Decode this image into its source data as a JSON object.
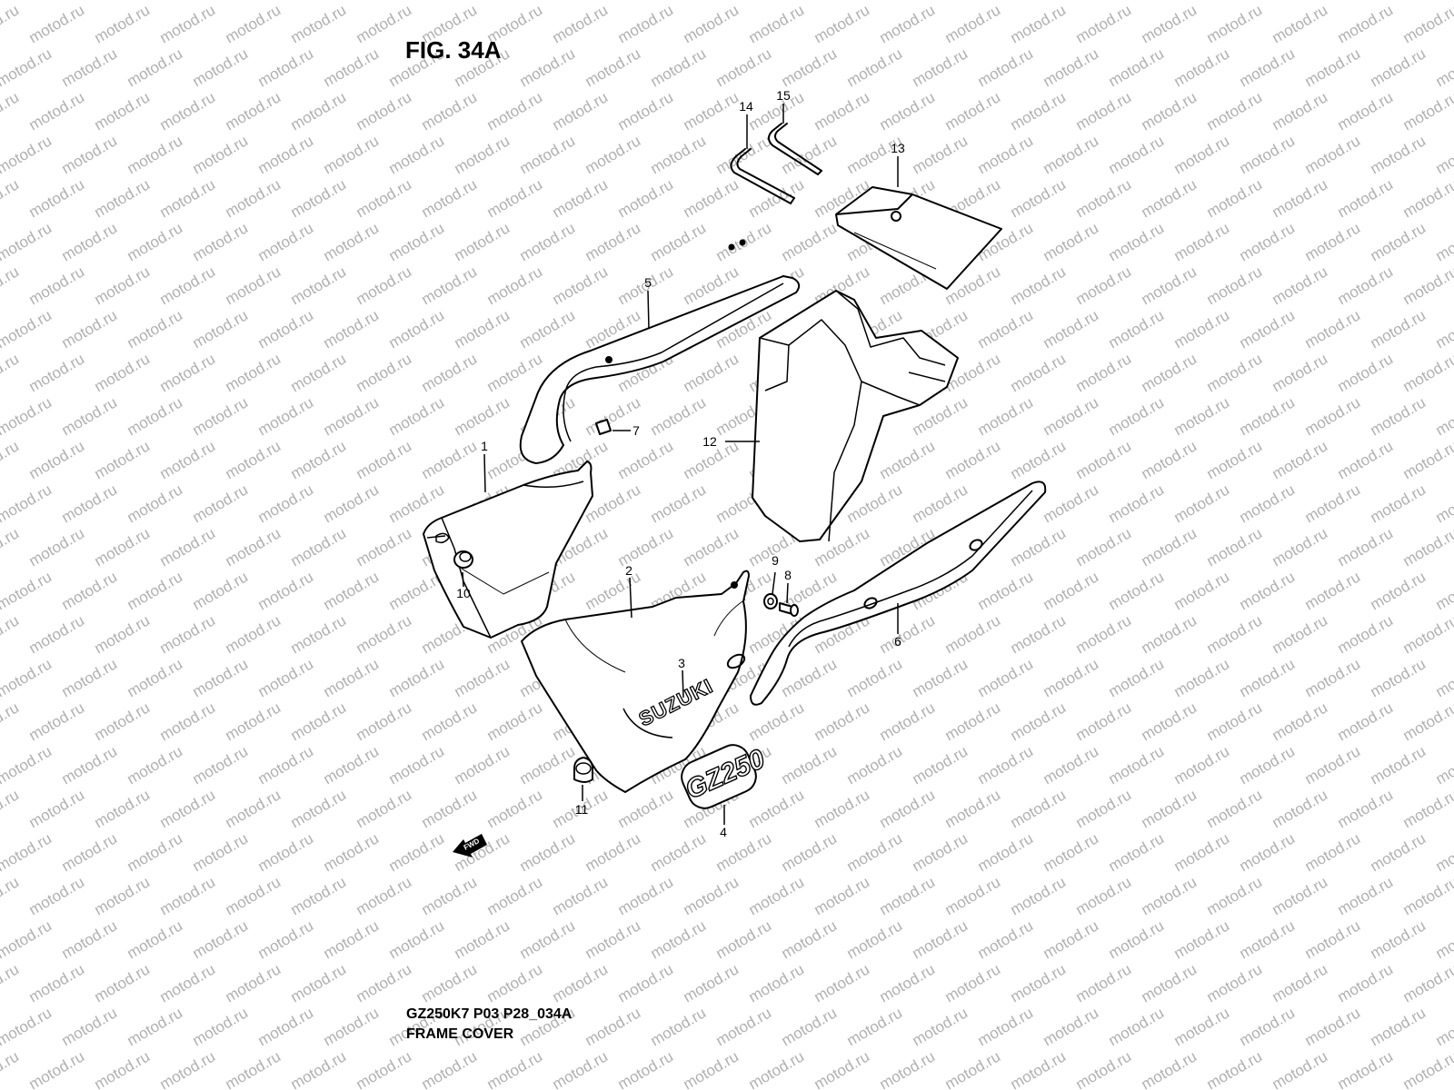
{
  "figure": {
    "title": "FIG. 34A"
  },
  "footer": {
    "drawing_code": "GZ250K7 P03 P28_034A",
    "caption": "FRAME COVER"
  },
  "watermark": {
    "text": "motod.ru"
  },
  "badges": {
    "fwd": "FWD",
    "brand": "SUZUKI",
    "model": "GZ250"
  },
  "callouts": [
    "1",
    "2",
    "3",
    "4",
    "5",
    "6",
    "7",
    "8",
    "9",
    "10",
    "11",
    "12",
    "13",
    "14",
    "15"
  ],
  "colors": {
    "line": "#000000",
    "watermark": "#b0b0b0",
    "background": "#ffffff"
  }
}
